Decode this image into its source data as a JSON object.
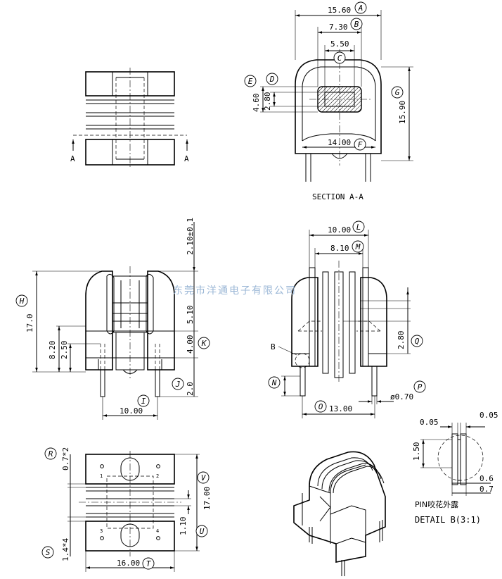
{
  "watermark": "东莞市洋通电子有限公司",
  "section_view": {
    "caption": "SECTION A-A",
    "dims": {
      "A": "15.60",
      "B": "7.30",
      "C": "5.50",
      "D": "4.60",
      "E": "2.80",
      "F": "14.00",
      "G": "15.90"
    }
  },
  "top_view": {
    "section_marks": [
      "A",
      "A"
    ]
  },
  "front_view": {
    "dims": {
      "H": "17.0",
      "h1": "8.20",
      "h2": "2.50",
      "top": "2.10±0.1",
      "d510": "5.10",
      "K": "4.00",
      "J": "2.0",
      "I": "10.00"
    }
  },
  "side_view": {
    "dims": {
      "L": "10.00",
      "M": "8.10",
      "Q": "2.80",
      "O": "13.00",
      "P": "ø0.70"
    },
    "detail_callout": "B"
  },
  "bottom_view": {
    "dims": {
      "R": "0.7*2",
      "V": "17.00",
      "U": "1.10",
      "S": "1.4*4",
      "T": "16.00"
    },
    "pin_marks": [
      "1",
      "2",
      "3",
      "4"
    ]
  },
  "detail": {
    "dims": {
      "w1": "0.05",
      "w2": "0.05",
      "h": "1.50",
      "p1": "0.6",
      "p2": "0.7"
    },
    "note": "PIN咬花外露",
    "caption": "DETAIL B(3:1)"
  },
  "callouts": [
    "A",
    "B",
    "C",
    "D",
    "E",
    "F",
    "G",
    "H",
    "I",
    "J",
    "K",
    "L",
    "M",
    "N",
    "O",
    "P",
    "Q",
    "R",
    "S",
    "T",
    "U",
    "V"
  ]
}
